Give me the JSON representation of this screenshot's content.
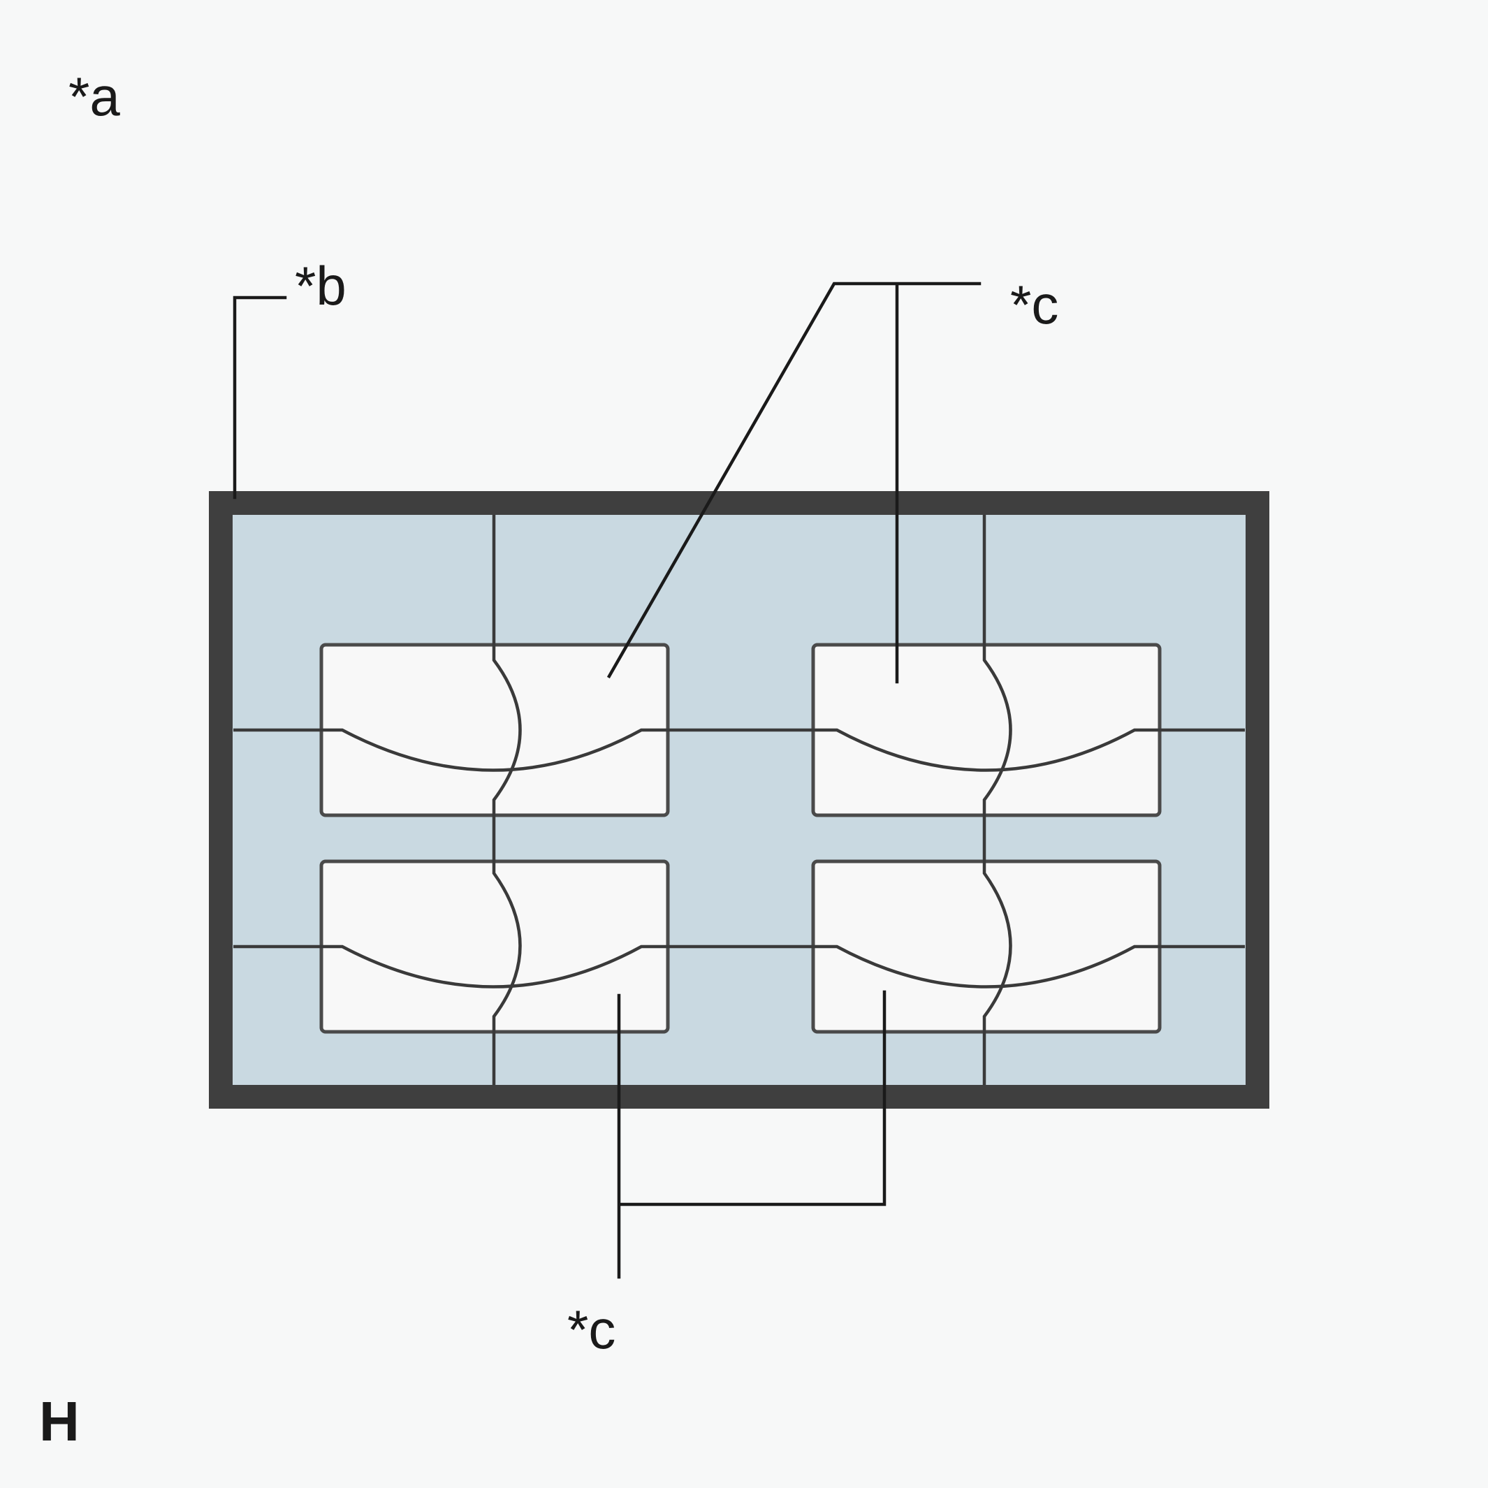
{
  "labels": {
    "a": "*a",
    "b": "*b",
    "c_top": "*c",
    "c_bottom": "*c",
    "corner_mark": "H"
  },
  "colors": {
    "background": "#f7f8f8",
    "panel_fill": "#c9d9e1",
    "frame": "#3f3f3f",
    "cell_fill": "#f8f8f8",
    "line": "#1a1a1a"
  }
}
